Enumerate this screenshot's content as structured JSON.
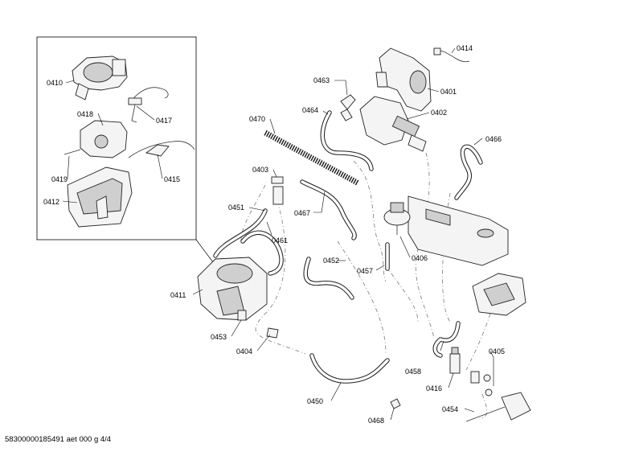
{
  "labels": {
    "l0410": "0410",
    "l0417": "0417",
    "l0418": "0418",
    "l0419": "0419",
    "l0415": "0415",
    "l0412": "0412",
    "l0414": "0414",
    "l0463": "0463",
    "l0401": "0401",
    "l0464": "0464",
    "l0402": "0402",
    "l0470": "0470",
    "l0466": "0466",
    "l0403": "0403",
    "l0451": "0451",
    "l0467": "0467",
    "l0461": "0461",
    "l0406": "0406",
    "l0452": "0452",
    "l0457": "0457",
    "l0411": "0411",
    "l0453": "0453",
    "l0404": "0404",
    "l0405": "0405",
    "l0458": "0458",
    "l0416": "0416",
    "l0450": "0450",
    "l0454": "0454",
    "l0468": "0468"
  },
  "footer": "58300000185491 aet 000 g 4/4"
}
